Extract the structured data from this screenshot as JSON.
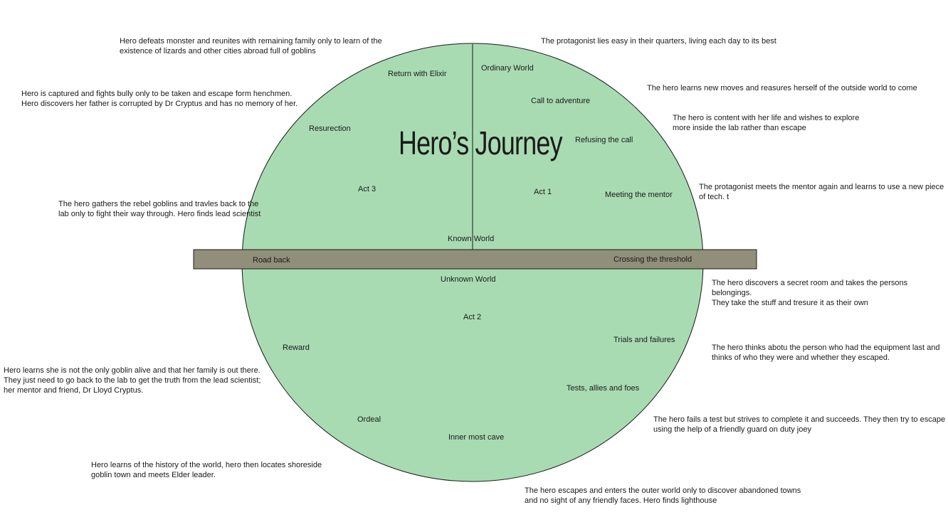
{
  "diagram": {
    "title": "Hero’s Journey",
    "colors": {
      "circle_fill": "#a8dbb2",
      "circle_stroke": "#1a1a1a",
      "band_fill": "#918e7a",
      "band_stroke": "#1a1a1a",
      "text": "#1a1a1a"
    },
    "world_labels": {
      "known": "Known World",
      "unknown": "Unknown World"
    },
    "acts": {
      "act1": "Act 1",
      "act2": "Act 2",
      "act3": "Act 3"
    },
    "stages": {
      "ordinary_world": "Ordinary World",
      "call_to_adventure": "Call to adventure",
      "refusing_the_call": "Refusing the call",
      "meeting_the_mentor": "Meeting the mentor",
      "crossing_the_threshold": "Crossing the threshold",
      "trials_and_failures": "Trials and failures",
      "tests_allies_foes": "Tests, allies and foes",
      "inner_most_cave": "Inner most cave",
      "ordeal": "Ordeal",
      "reward": "Reward",
      "road_back": "Road back",
      "resurection": "Resurection",
      "return_with_elixir": "Return with Elixir"
    },
    "notes": {
      "ordinary_world": "The protagonist lies easy in their quarters, living each day to its best",
      "call_to_adventure": "The hero learns new moves and reasures herself of the outside world to come",
      "refusing_the_call": "The hero is content with her life and wishes to explore\nmore inside the lab rather than escape",
      "meeting_the_mentor": "The protagonist meets the mentor again and learns to use a new piece\nof tech. t",
      "crossing_the_threshold": "The hero discovers a secret room and takes the persons belongings.\nThey take the stuff and tresure it as their own",
      "trials_and_failures": "The hero thinks abotu the person who had the equipment last and\nthinks of who they were and whether they escaped.",
      "tests_allies_foes": "The hero fails a test but strives to complete it and succeeds. They then try to escape\nusing the help of a friendly guard on duty joey",
      "inner_most_cave": "The hero escapes and enters the outer world only to discover abandoned towns\nand no sight of any friendly faces. Hero finds lighthouse",
      "ordeal": "Hero learns of the history of the world, hero then locates shoreside\ngoblin town and meets Elder leader.",
      "reward": "Hero learns she is not the only goblin alive and that her family is out there.\nThey just need to go back to the lab to get the truth from the lead scientist;\nher mentor and friend, Dr Lloyd Cryptus.",
      "road_back": "The hero gathers the rebel goblins and travles back to the\nlab only to fight their way through. Hero finds lead scientist",
      "resurection": "Hero is captured and fights bully only to be taken and escape form henchmen.\nHero discovers her father is corrupted by Dr Cryptus and has no memory of her.",
      "return_with_elixir": "Hero defeats monster and reunites with remaining family only to learn of the\nexistence of lizards and other cities abroad full of goblins"
    }
  }
}
